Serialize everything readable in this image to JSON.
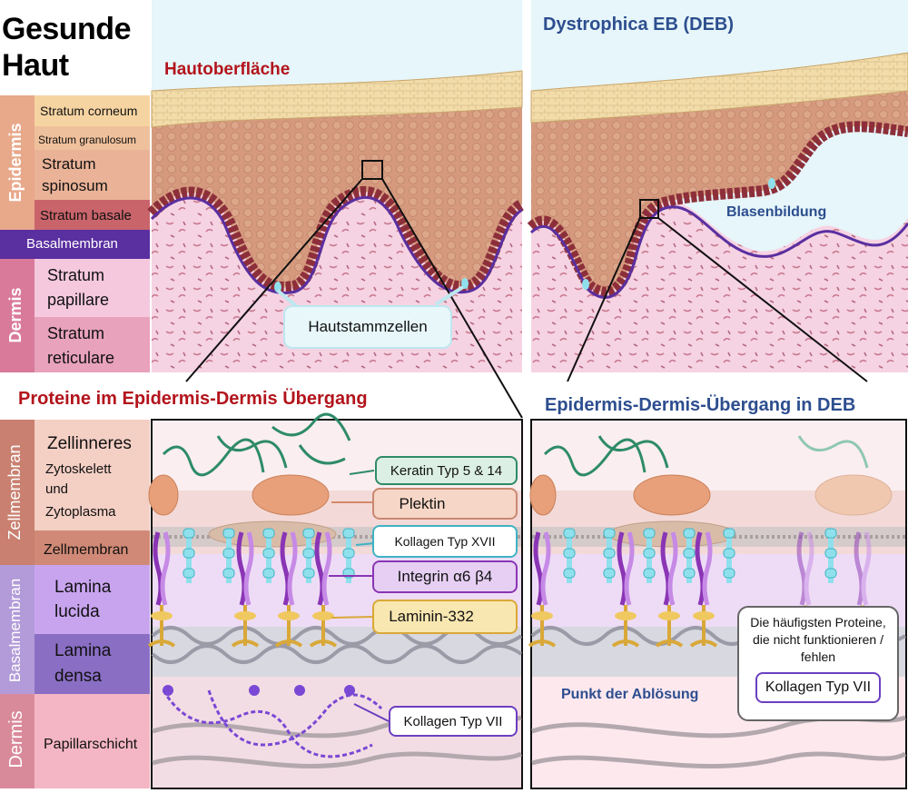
{
  "healthy": {
    "title_line1": "Gesunde",
    "title_line2": "Haut",
    "surface_label": "Hautoberfläche",
    "stem_cells_label": "Hautstammzellen",
    "epidermis_label": "Epidermis",
    "dermis_label": "Dermis",
    "layers": {
      "stratum_corneum": "Stratum corneum",
      "stratum_granulosum": "Stratum granulosum",
      "stratum_spinosum_1": "Stratum",
      "stratum_spinosum_2": "spinosum",
      "stratum_basale": "Stratum basale",
      "basalmembran": "Basalmembran",
      "stratum_papillare_1": "Stratum",
      "stratum_papillare_2": "papillare",
      "stratum_reticulare_1": "Stratum",
      "stratum_reticulare_2": "reticulare"
    }
  },
  "deb": {
    "title": "Dystrophica EB (DEB)",
    "blister_label": "Blasenbildung",
    "junction_title": "Epidermis-Dermis-Übergang in DEB",
    "detachment_label": "Punkt der Ablösung",
    "note_line1": "Die häufigsten Proteine,",
    "note_line2": "die nicht funktionieren /",
    "note_line3": "fehlen",
    "note_protein": "Kollagen Typ VII"
  },
  "junction": {
    "title": "Proteine im Epidermis-Dermis Übergang",
    "zellmembran_label": "Zellmembran",
    "basalmembran_label": "Basalmembran",
    "dermis_label": "Dermis",
    "rows": {
      "zellinneres": "Zellinneres",
      "zytoskelett": "Zytoskelett",
      "und": "und",
      "zytoplasma": "Zytoplasma",
      "zellmembran": "Zellmembran",
      "lamina_lucida_1": "Lamina",
      "lamina_lucida_2": "lucida",
      "lamina_densa_1": "Lamina",
      "lamina_densa_2": "densa",
      "papillarschicht": "Papillarschicht"
    },
    "proteins": {
      "keratin": "Keratin Typ 5 & 14",
      "plektin": "Plektin",
      "kollagen17": "Kollagen Typ XVII",
      "integrin": "Integrin α6 β4",
      "laminin": "Laminin-332",
      "kollagen7": "Kollagen Typ VII"
    }
  },
  "colors": {
    "heading_red": "#b3141c",
    "heading_blue": "#2d4e8f",
    "keratin": "#2e8b68",
    "plektin": "#d48a6a",
    "kollagen17": "#3fb3c4",
    "integrin": "#8a35b5",
    "laminin": "#d9a838",
    "kollagen7": "#6a3fc0"
  }
}
